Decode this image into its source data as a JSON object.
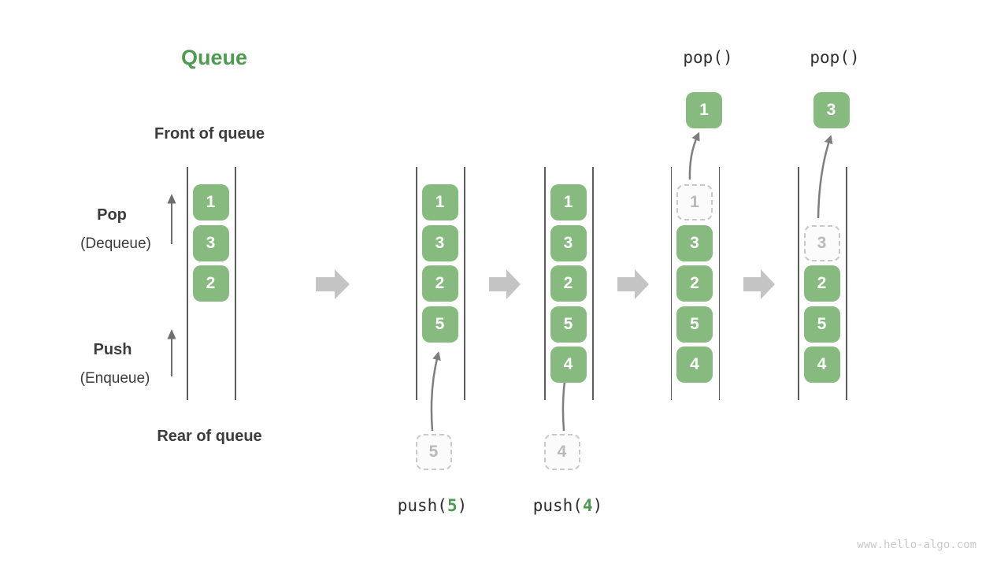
{
  "title": "Queue",
  "labels": {
    "front": "Front of queue",
    "rear": "Rear of queue",
    "pop": "Pop",
    "pop_sub": "(Dequeue)",
    "push": "Push",
    "push_sub": "(Enqueue)"
  },
  "operations": {
    "pop_calls": [
      "pop()",
      "pop()"
    ],
    "push_calls": [
      {
        "fn": "push(",
        "arg": "5",
        "close": ")"
      },
      {
        "fn": "push(",
        "arg": "4",
        "close": ")"
      }
    ]
  },
  "watermark": "www.hello-algo.com",
  "colors": {
    "box_green": "#86ba7e",
    "accent_green": "#4c9b4f",
    "text_dark": "#3c3c3c",
    "dashed_border": "#c9c9c9",
    "dashed_text": "#b9b9b9",
    "line_gray": "#5c5c5c",
    "arrow_gray": "#c4c4c4"
  },
  "diagram": {
    "states": [
      {
        "boxes": [
          {
            "v": "1",
            "slot": 0
          },
          {
            "v": "3",
            "slot": 1
          },
          {
            "v": "2",
            "slot": 2
          }
        ]
      },
      {
        "boxes": [
          {
            "v": "1",
            "slot": 0
          },
          {
            "v": "3",
            "slot": 1
          },
          {
            "v": "2",
            "slot": 2
          },
          {
            "v": "5",
            "slot": 3
          }
        ],
        "push_box": {
          "v": "5"
        }
      },
      {
        "boxes": [
          {
            "v": "1",
            "slot": 0
          },
          {
            "v": "3",
            "slot": 1
          },
          {
            "v": "2",
            "slot": 2
          },
          {
            "v": "5",
            "slot": 3
          },
          {
            "v": "4",
            "slot": 4
          }
        ],
        "push_box": {
          "v": "4"
        }
      },
      {
        "dashed": {
          "v": "1",
          "slot": 0
        },
        "boxes": [
          {
            "v": "3",
            "slot": 1
          },
          {
            "v": "2",
            "slot": 2
          },
          {
            "v": "5",
            "slot": 3
          },
          {
            "v": "4",
            "slot": 4
          }
        ],
        "pop_box": {
          "v": "1"
        }
      },
      {
        "dashed": {
          "v": "3",
          "slot": 1
        },
        "boxes": [
          {
            "v": "2",
            "slot": 2
          },
          {
            "v": "5",
            "slot": 3
          },
          {
            "v": "4",
            "slot": 4
          }
        ],
        "pop_box": {
          "v": "3"
        }
      }
    ]
  }
}
